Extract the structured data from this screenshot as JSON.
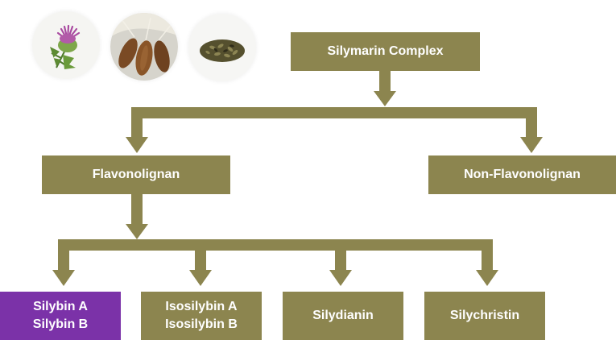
{
  "diagram": {
    "root": {
      "label": "Silymarin Complex"
    },
    "branches": [
      {
        "label": "Flavonolignan"
      },
      {
        "label": "Non-Flavonolignan"
      }
    ],
    "leaves": [
      {
        "lines": [
          "Silybin A",
          "Silybin B"
        ],
        "highlighted": true
      },
      {
        "lines": [
          "Isosilybin A",
          "Isosilybin B"
        ],
        "highlighted": false
      },
      {
        "lines": [
          "Silydianin"
        ],
        "highlighted": false
      },
      {
        "lines": [
          "Silychristin"
        ],
        "highlighted": false
      }
    ]
  },
  "images": [
    {
      "icon": "milk-thistle-flower-icon"
    },
    {
      "icon": "milk-thistle-seeds-closeup-icon"
    },
    {
      "icon": "milk-thistle-seed-pile-icon"
    }
  ],
  "colors": {
    "box": "#8c854f",
    "highlight": "#7b32a8",
    "text": "#ffffff"
  }
}
